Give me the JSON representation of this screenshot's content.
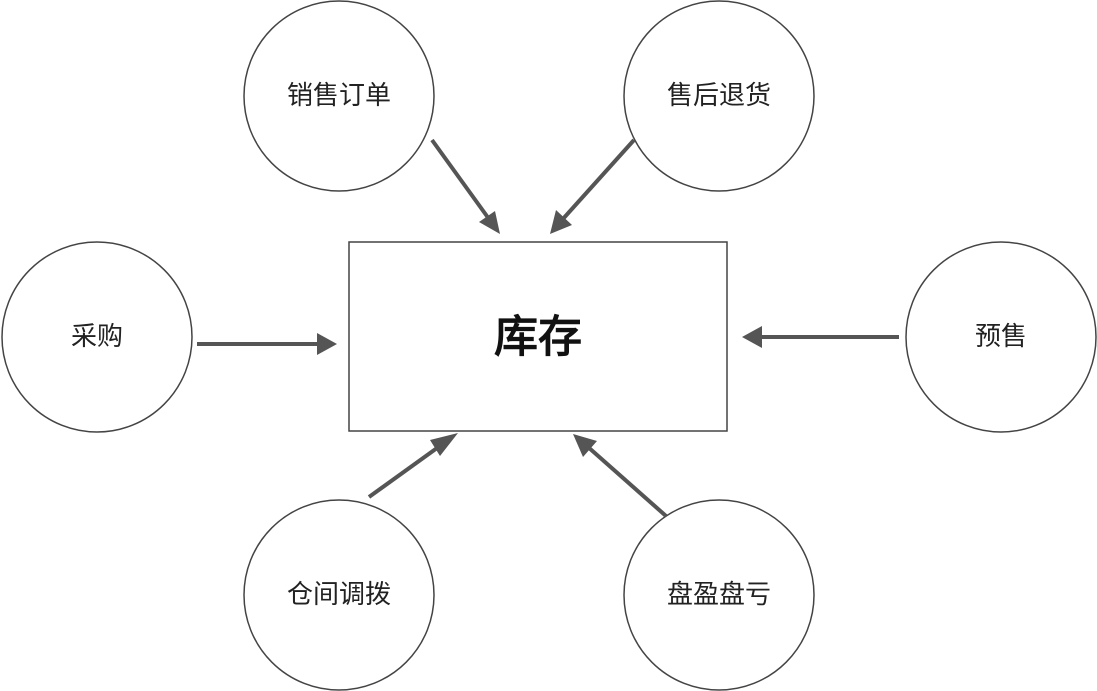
{
  "diagram": {
    "center": {
      "label": "库存"
    },
    "nodes": [
      {
        "id": "sales-order",
        "label": "销售订单",
        "direction": "to-center"
      },
      {
        "id": "after-sales-return",
        "label": "售后退货",
        "direction": "to-center"
      },
      {
        "id": "purchase",
        "label": "采购",
        "direction": "to-center"
      },
      {
        "id": "presale",
        "label": "预售",
        "direction": "to-center"
      },
      {
        "id": "warehouse-transfer",
        "label": "仓间调拨",
        "direction": "to-center"
      },
      {
        "id": "inventory-surplus-loss",
        "label": "盘盈盘亏",
        "direction": "to-center"
      }
    ]
  }
}
